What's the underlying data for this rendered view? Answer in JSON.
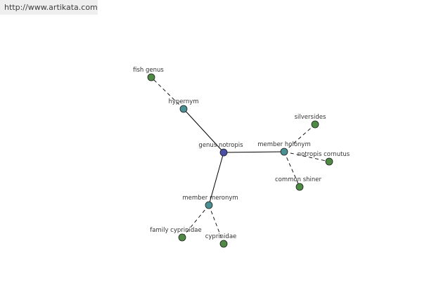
{
  "header": {
    "url": "http://www.artikata.com"
  },
  "graph": {
    "colors": {
      "center": "#4a4fa3",
      "relation": "#4a8f92",
      "leaf": "#4f8a44",
      "stroke": "#1e1e1e",
      "edge": "#000000"
    },
    "nodes": [
      {
        "id": "center",
        "label": "genus notropis",
        "kind": "center"
      },
      {
        "id": "hypernym",
        "label": "hypernym",
        "kind": "relation"
      },
      {
        "id": "fish",
        "label": "fish genus",
        "kind": "leaf"
      },
      {
        "id": "holonym",
        "label": "member holonym",
        "kind": "relation"
      },
      {
        "id": "silversides",
        "label": "silversides",
        "kind": "leaf"
      },
      {
        "id": "cornutus",
        "label": "notropis cornutus",
        "kind": "leaf"
      },
      {
        "id": "shiner",
        "label": "common shiner",
        "kind": "leaf"
      },
      {
        "id": "meronym",
        "label": "member meronym",
        "kind": "relation"
      },
      {
        "id": "cyprinidae-family",
        "label": "family cyprinidae",
        "kind": "leaf"
      },
      {
        "id": "cyprinidae",
        "label": "cyprinidae",
        "kind": "leaf"
      }
    ],
    "edges": [
      {
        "from": "center",
        "to": "hypernym",
        "style": "solid"
      },
      {
        "from": "center",
        "to": "holonym",
        "style": "solid"
      },
      {
        "from": "center",
        "to": "meronym",
        "style": "solid"
      },
      {
        "from": "hypernym",
        "to": "fish",
        "style": "dashed"
      },
      {
        "from": "holonym",
        "to": "silversides",
        "style": "dashed"
      },
      {
        "from": "holonym",
        "to": "cornutus",
        "style": "dashed"
      },
      {
        "from": "holonym",
        "to": "shiner",
        "style": "dashed"
      },
      {
        "from": "meronym",
        "to": "cyprinidae-family",
        "style": "dashed"
      },
      {
        "from": "meronym",
        "to": "cyprinidae",
        "style": "dashed"
      }
    ]
  }
}
